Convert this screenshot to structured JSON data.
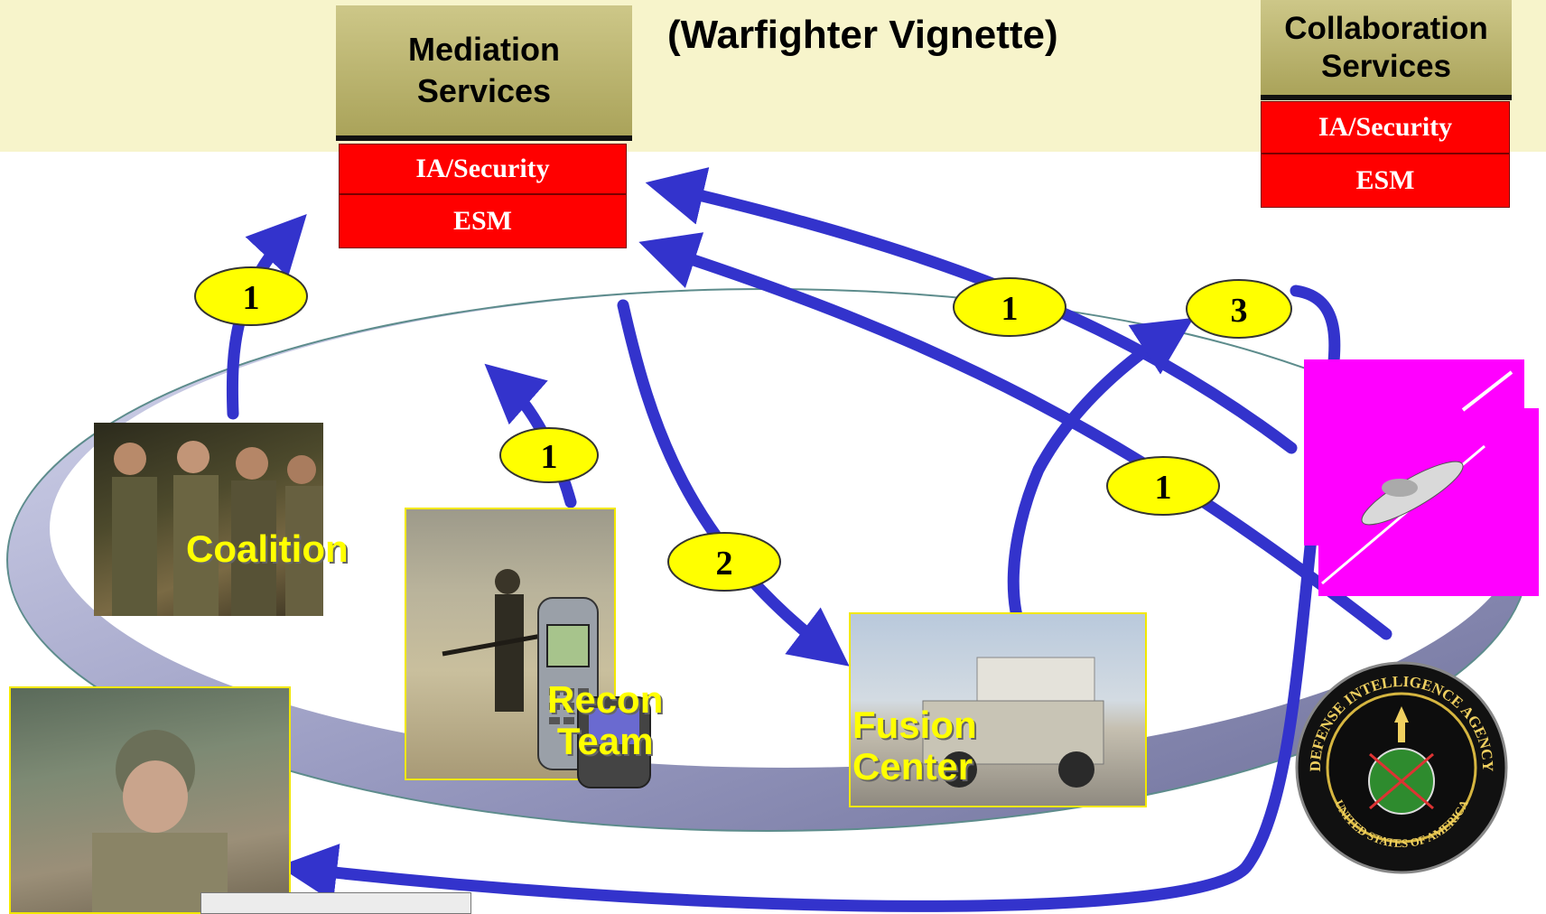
{
  "title": "(Warfighter Vignette)",
  "mediation": {
    "line1": "Mediation",
    "line2": "Services",
    "row1": "IA/Security",
    "row2": "ESM"
  },
  "collaboration": {
    "line1": "Collaboration",
    "line2": "Services",
    "row1": "IA/Security",
    "row2": "ESM"
  },
  "nodes": {
    "coalition": "Coalition",
    "recon": "Recon\nTeam",
    "fusion": "Fusion\nCenter"
  },
  "steps": [
    "1",
    "1",
    "1",
    "1",
    "3",
    "2"
  ],
  "colors": {
    "arrow": "#3333cc",
    "badge": "#ffff00",
    "banner": "#f7f4cb",
    "security": "#ff0000",
    "uav_bg": "#ff00ff"
  },
  "icons": [
    "uav-icon",
    "dia-seal-icon",
    "phone-icon"
  ],
  "seal": {
    "top": "DEFENSE INTELLIGENCE AGENCY",
    "bottom": "UNITED STATES OF AMERICA"
  }
}
